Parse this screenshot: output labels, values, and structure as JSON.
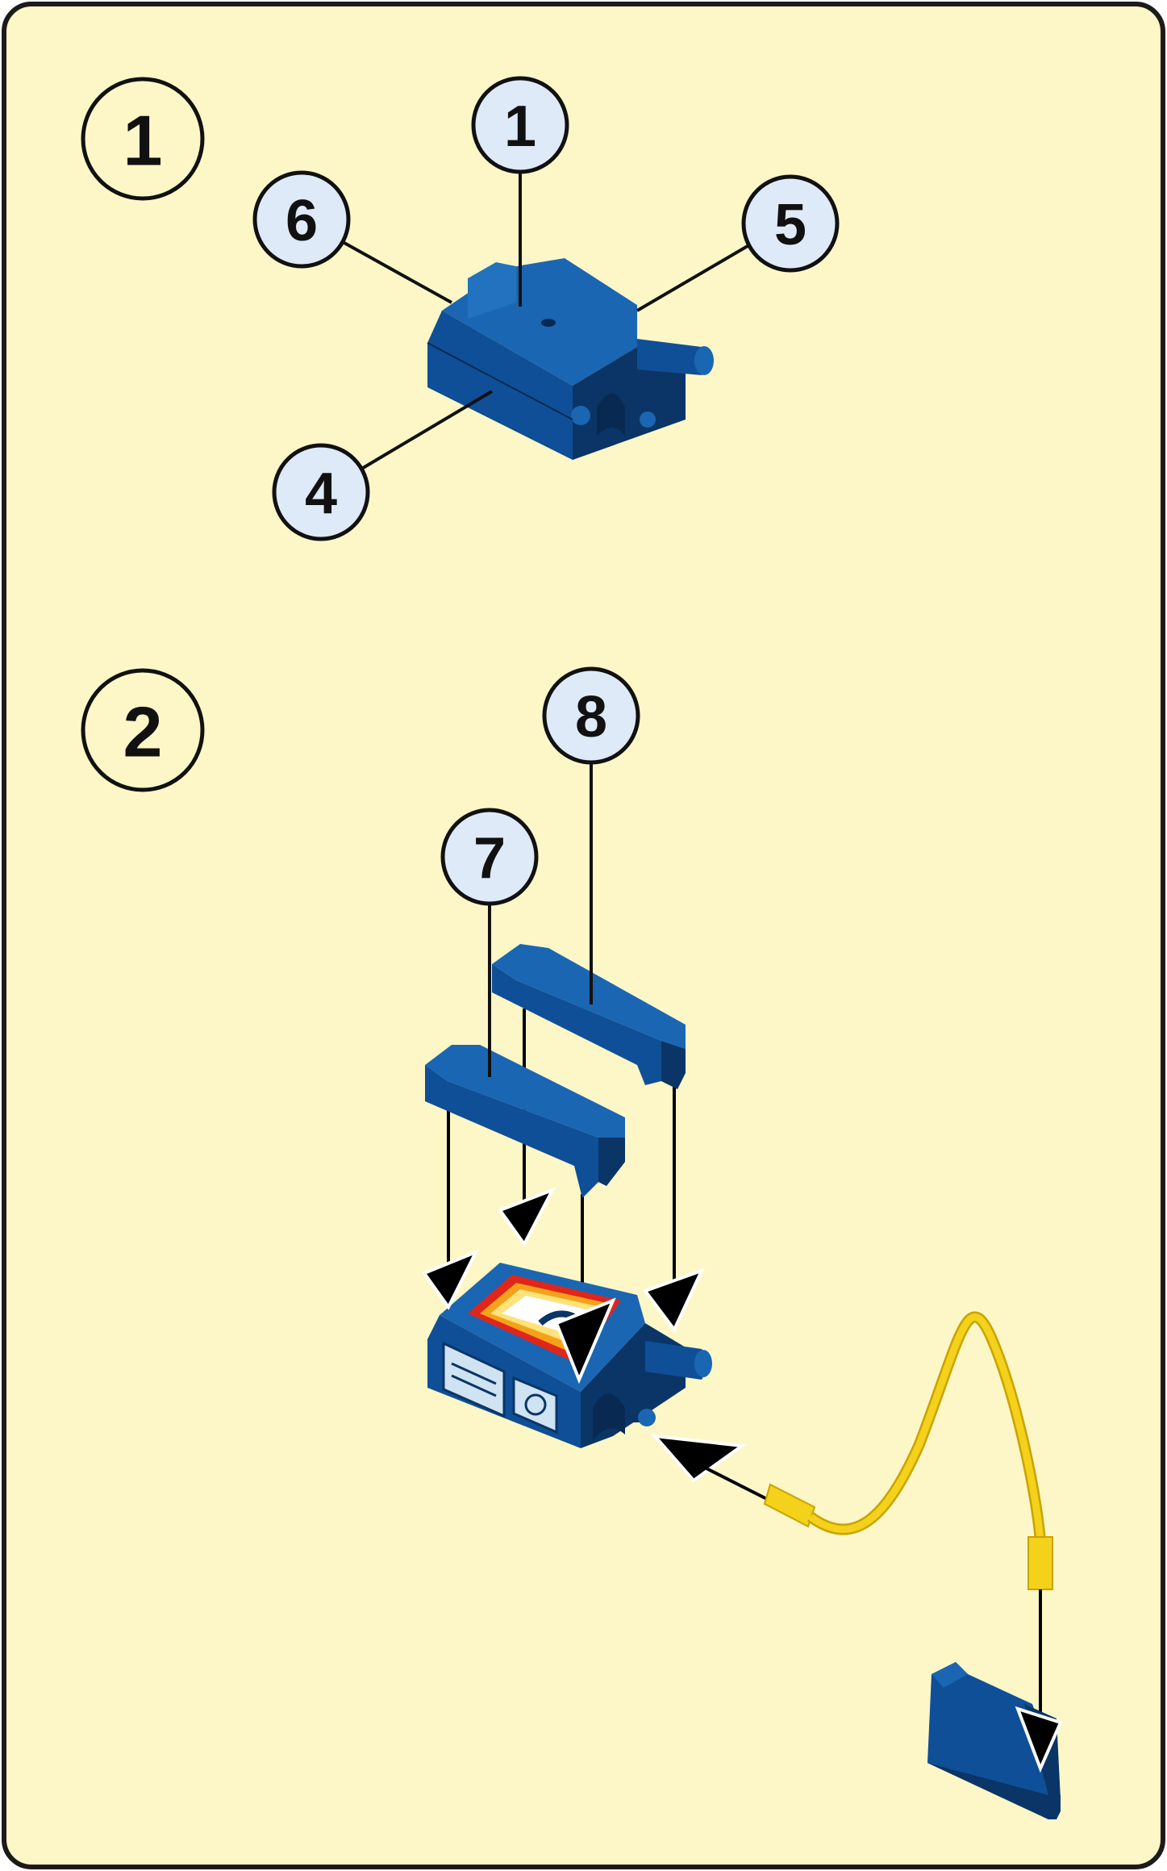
{
  "colors": {
    "panel_background": "#fdf7c7",
    "panel_border": "#1b1b1b",
    "step_circle_fill": "#fdf7c7",
    "callout_fill": "#dfeaf8",
    "part_blue_light": "#1a66b3",
    "part_blue": "#0f4f97",
    "part_blue_dark": "#0a3566",
    "cable_yellow": "#f4d11a",
    "cable_yellow_dark": "#c9a300",
    "heat_red": "#e0261b",
    "heat_orange": "#f5a21a",
    "heat_yellow": "#fde37a",
    "arrow": "#000000"
  },
  "steps": [
    {
      "number": "1"
    },
    {
      "number": "2"
    }
  ],
  "callouts": {
    "step1": [
      "1",
      "6",
      "5",
      "4"
    ],
    "step2": [
      "8",
      "7"
    ]
  },
  "icons": {
    "clamp_body": "clamp-body-icon",
    "heating_unit": "heating-unit-icon",
    "clamp_bar": "clamp-bar-icon",
    "cable": "connection-cable-icon",
    "socket": "power-socket-icon"
  }
}
